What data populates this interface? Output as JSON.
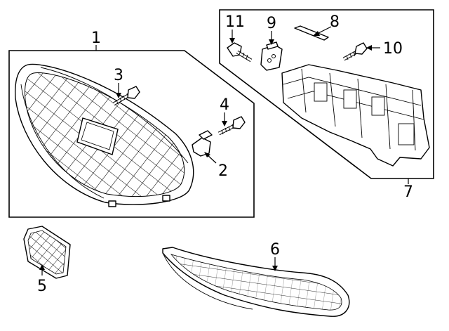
{
  "callouts": {
    "c1": "1",
    "c2": "2",
    "c3": "3",
    "c4": "4",
    "c5": "5",
    "c6": "6",
    "c7": "7",
    "c8": "8",
    "c9": "9",
    "c10": "10",
    "c11": "11"
  },
  "parts": [
    {
      "callout": "1",
      "icon": "grille-assembly"
    },
    {
      "callout": "2",
      "icon": "clip"
    },
    {
      "callout": "3",
      "icon": "screw"
    },
    {
      "callout": "4",
      "icon": "screw"
    },
    {
      "callout": "5",
      "icon": "side-grille-insert"
    },
    {
      "callout": "6",
      "icon": "lower-grille"
    },
    {
      "callout": "7",
      "icon": "support-bracket-assembly"
    },
    {
      "callout": "8",
      "icon": "seal-strip"
    },
    {
      "callout": "9",
      "icon": "clip"
    },
    {
      "callout": "10",
      "icon": "screw"
    },
    {
      "callout": "11",
      "icon": "screw"
    }
  ]
}
